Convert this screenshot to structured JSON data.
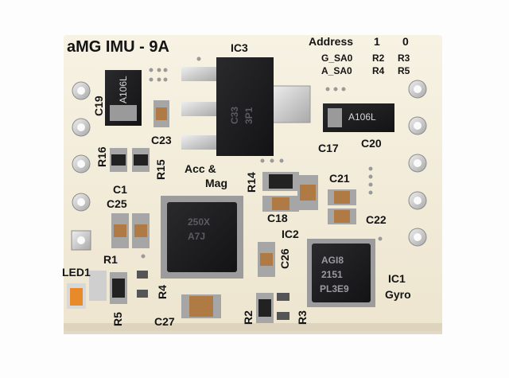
{
  "board": {
    "colors": {
      "board": "#f4eedd",
      "silk": "#141414",
      "chip": "#1c1c1e",
      "pad": "#cfcfcf",
      "cap_brown": "#b07a45",
      "led": "#e98a2a"
    },
    "title": "aMG IMU - 9A",
    "address_header": {
      "label": "Address",
      "col1": "1",
      "col2": "0"
    },
    "address_rows": [
      {
        "name": "G_SA0",
        "r1": "R2",
        "r0": "R3"
      },
      {
        "name": "A_SA0",
        "r1": "R4",
        "r0": "R5"
      }
    ],
    "labels": {
      "ic3": "IC3",
      "ic2": "IC2",
      "ic1": "IC1",
      "gyro": "Gyro",
      "acc": "Acc &",
      "mag": "Mag",
      "c19": "C19",
      "c23": "C23",
      "c17": "C17",
      "c20": "C20",
      "c21": "C21",
      "c22": "C22",
      "c1": "C1",
      "c25": "C25",
      "c18": "C18",
      "c26": "C26",
      "c27": "C27",
      "r16": "R16",
      "r15": "R15",
      "r14": "R14",
      "r1": "R1",
      "r4": "R4",
      "r5": "R5",
      "r2": "R2",
      "r3": "R3",
      "led1": "LED1"
    },
    "part_markings": {
      "tantalum_left": "A106L",
      "tantalum_right": "A106L",
      "ic3_lines": [
        "C33",
        "3P1"
      ],
      "ic2_lines": [
        "250X",
        "A7J"
      ],
      "ic1_lines": [
        "AGI8",
        "2151",
        "PL3E9"
      ]
    }
  }
}
